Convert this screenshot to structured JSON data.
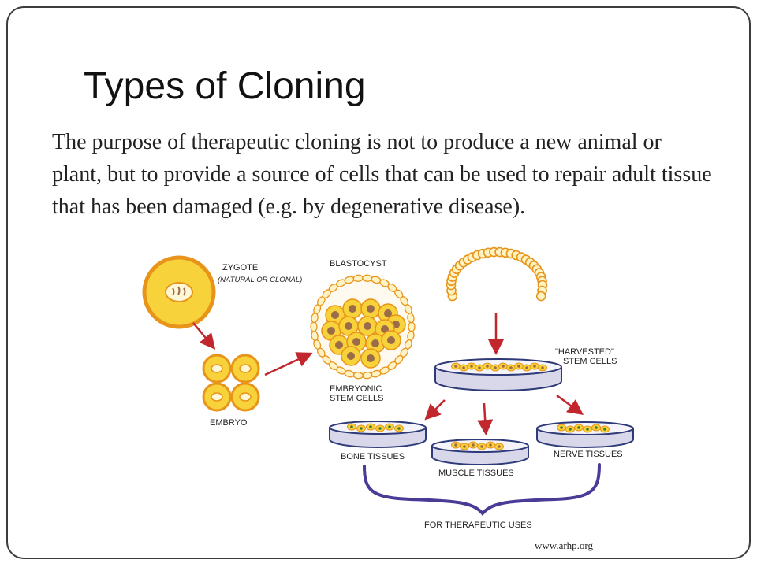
{
  "slide": {
    "title": "Types of Cloning",
    "body": "The purpose of therapeutic cloning is not to produce a new animal or plant, but to provide a source of cells that can be used to repair adult tissue that has been damaged (e.g. by degenerative disease).",
    "credit": "www.arhp.org"
  },
  "diagram": {
    "zygote_label": "ZYGOTE",
    "zygote_sublabel": "(NATURAL OR CLONAL)",
    "embryo_label": "EMBRYO",
    "blastocyst_label": "BLASTOCYST",
    "embryonic_label_line1": "EMBRYONIC",
    "embryonic_label_line2": "STEM CELLS",
    "harvested_label_line1": "\"HARVESTED\"",
    "harvested_label_line2": "STEM CELLS",
    "bone_label": "BONE TISSUES",
    "muscle_label": "MUSCLE TISSUES",
    "nerve_label": "NERVE TISSUES",
    "uses_label": "FOR THERAPEUTIC USES"
  },
  "colors": {
    "cell_fill": "#f7d23a",
    "cell_outline": "#e8941a",
    "nucleus": "#9b6b4a",
    "arrow": "#c1272d",
    "dish_outline": "#2f3a78",
    "dish_fill": "#e6e6f2",
    "brace": "#4b3a96",
    "nerve_nucleus": "#3f7a2e"
  }
}
